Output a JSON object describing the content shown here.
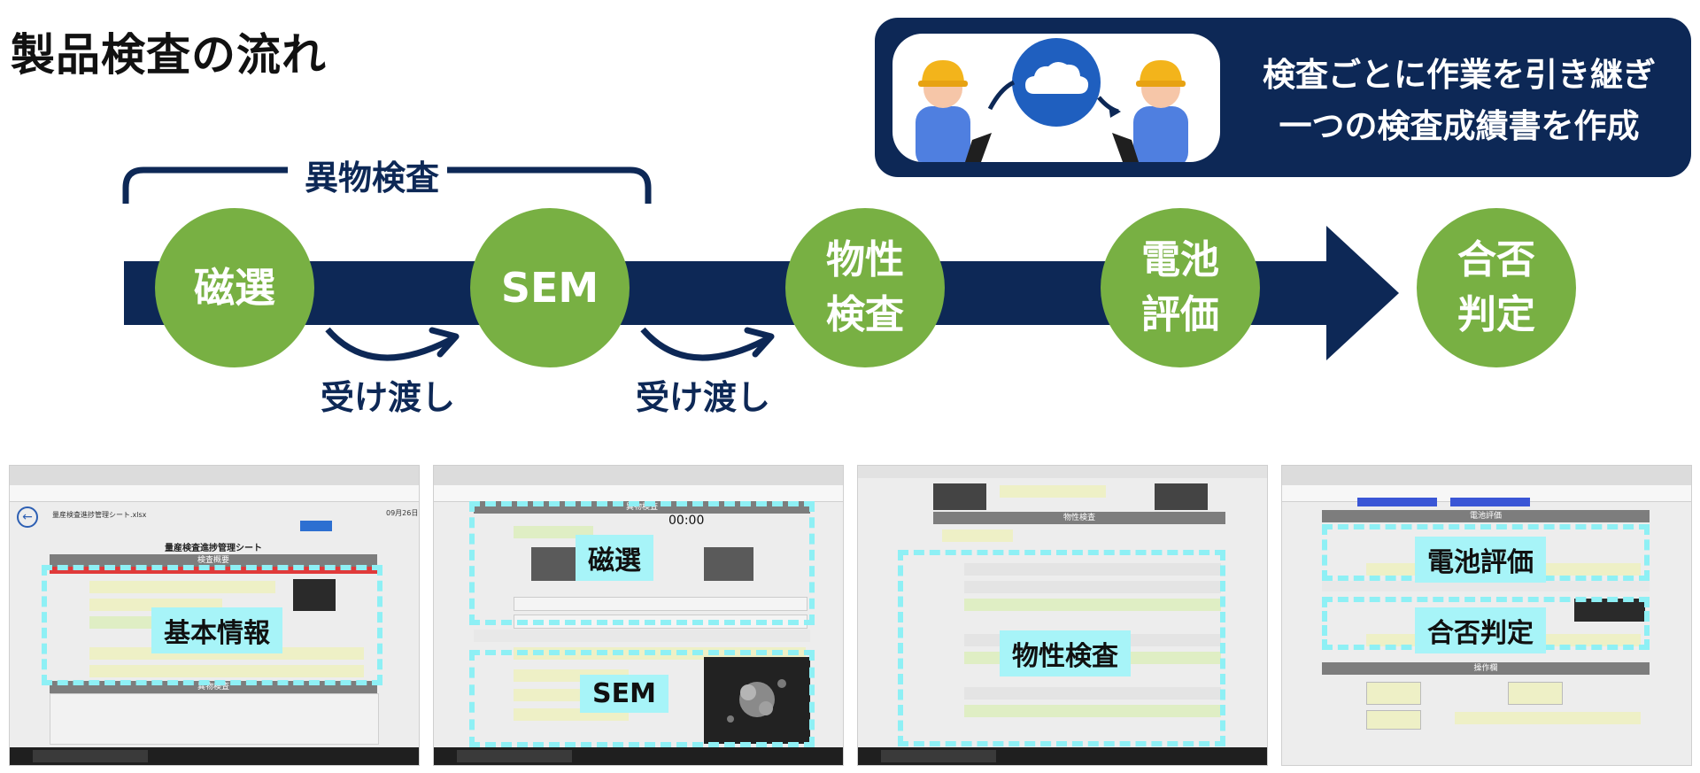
{
  "title": "製品検査の流れ",
  "info": {
    "line1": "検査ごとに作業を引き継ぎ",
    "line2": "一つの検査成績書を作成"
  },
  "bracket_label": "異物検査",
  "steps": [
    "磁選",
    "SEM",
    "物性\n検査",
    "電池\n評価",
    "合否\n判定"
  ],
  "handoff_label": "受け渡し",
  "screenshots": [
    {
      "label": "基本情報",
      "sheet_title": "量産検査進捗管理シート",
      "section": "検査概要",
      "sub_section": "異物検査",
      "filename": "量産検査進捗管理シート.xlsx",
      "date": "09月26日"
    },
    {
      "label": "磁選",
      "label2": "SEM",
      "section": "異物検査",
      "timer": "00:00"
    },
    {
      "label": "物性検査",
      "section": "物性検査"
    },
    {
      "label": "電池評価",
      "label2": "合否判定",
      "section": "電池評価",
      "sub_section": "操作欄"
    }
  ],
  "colors": {
    "navy": "#0d2856",
    "green": "#78b043",
    "cyan": "#8ef0f5"
  }
}
